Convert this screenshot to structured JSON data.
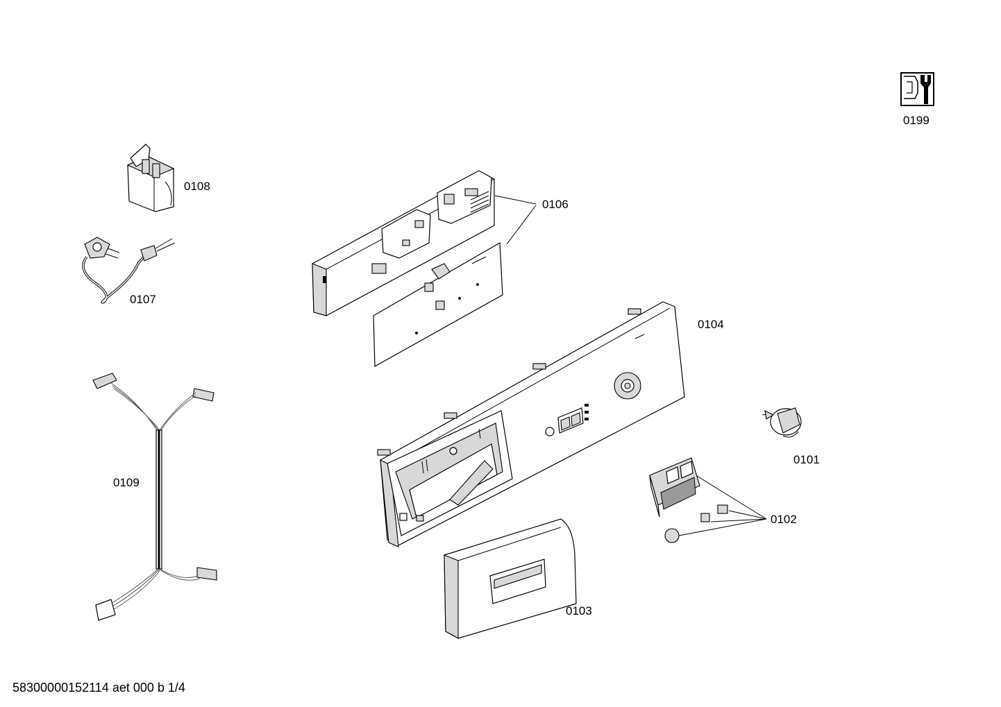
{
  "parts": [
    {
      "id": "0199",
      "label": "0199"
    },
    {
      "id": "0108",
      "label": "0108"
    },
    {
      "id": "0107",
      "label": "0107"
    },
    {
      "id": "0106",
      "label": "0106"
    },
    {
      "id": "0104",
      "label": "0104"
    },
    {
      "id": "0109",
      "label": "0109"
    },
    {
      "id": "0101",
      "label": "0101"
    },
    {
      "id": "0102",
      "label": "0102"
    },
    {
      "id": "0103",
      "label": "0103"
    }
  ],
  "footer": {
    "text": "58300000152114 aet 000 b 1/4"
  }
}
